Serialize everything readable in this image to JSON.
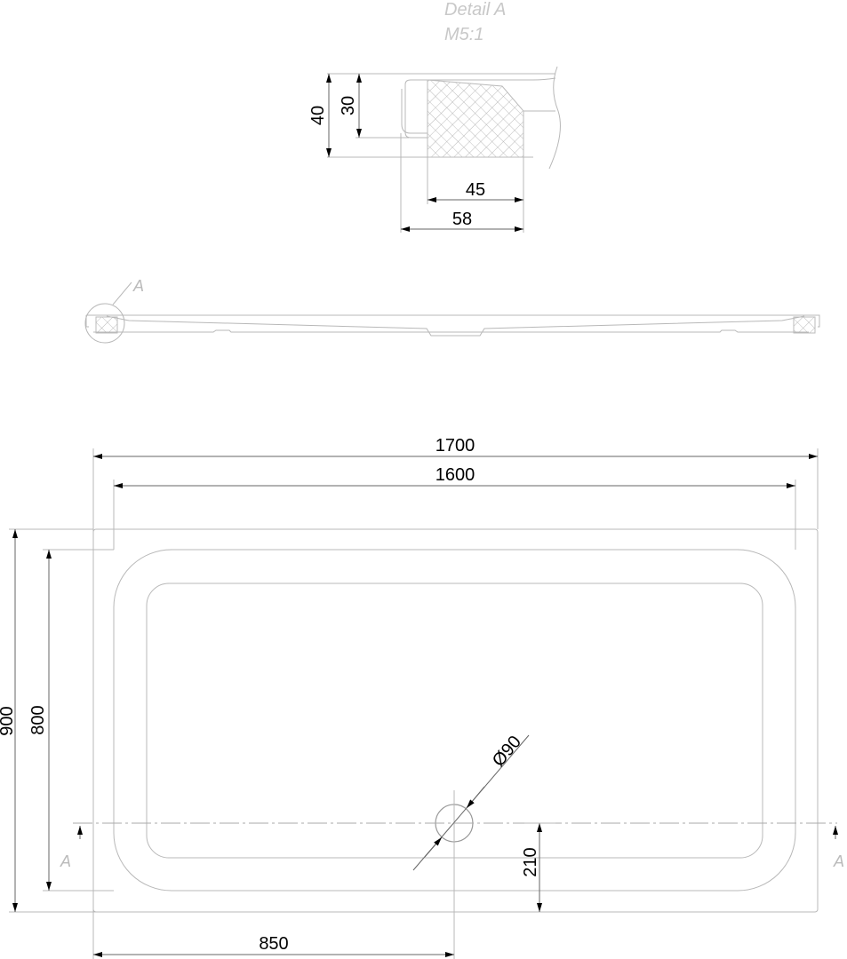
{
  "detail": {
    "title": "Detail  A",
    "scale": "M5:1",
    "dims": {
      "height_total": "40",
      "height_rim": "30",
      "width_core": "45",
      "width_total": "58"
    }
  },
  "side_view": {
    "detail_marker": "A"
  },
  "plan_view": {
    "length_outer": "1700",
    "length_inner": "1600",
    "width_outer": "900",
    "width_inner": "800",
    "drain_diameter": "Ø90",
    "drain_offset_y": "210",
    "drain_offset_x": "850",
    "section_left": "A",
    "section_right": "A"
  }
}
